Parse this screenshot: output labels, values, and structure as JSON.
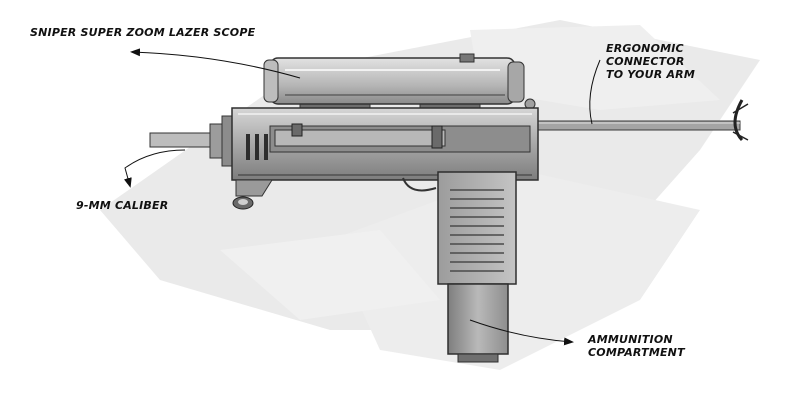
{
  "labels": {
    "scope": "SNIPER SUPER ZOOM LAZER SCOPE",
    "connector": [
      "ERGONOMIC",
      "CONNECTOR",
      "TO YOUR ARM"
    ],
    "caliber": "9-MM CALIBER",
    "ammo": [
      "AMMUNITION",
      "COMPARTMENT"
    ]
  },
  "colors": {
    "ink": "#111111",
    "metal_light": "#c9c9c9",
    "metal_mid": "#9a9a9a",
    "metal_dark": "#5a5a5a",
    "backdrop": "#e6e6e6"
  }
}
